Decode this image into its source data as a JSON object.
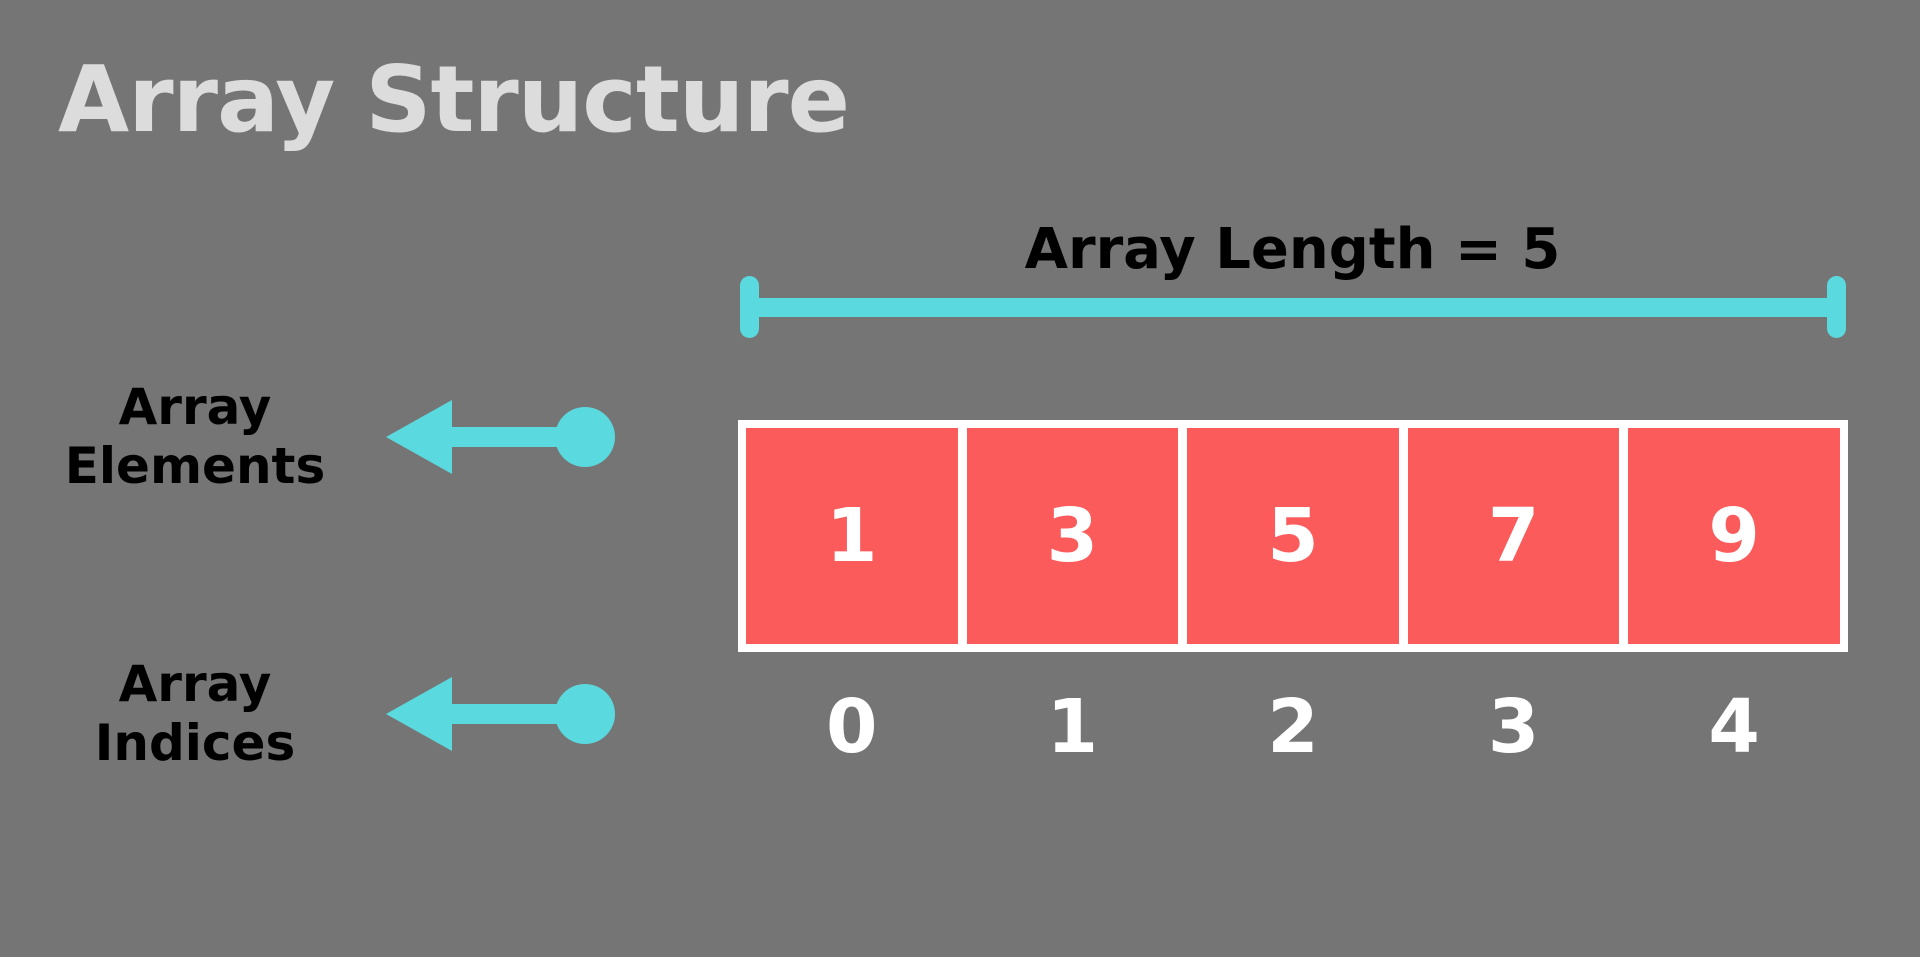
{
  "title": "Array Structure",
  "theme": {
    "background": "#757575",
    "title_color": "#dcdcdc",
    "accent_cyan": "#5ad9de",
    "cell_red": "#fb5b5b",
    "cell_border": "#ffffff",
    "label_black": "#000000",
    "index_white": "#ffffff"
  },
  "length_caption": "Array Length = 5",
  "array": {
    "values": [
      "1",
      "3",
      "5",
      "7",
      "9"
    ],
    "indices": [
      "0",
      "1",
      "2",
      "3",
      "4"
    ]
  },
  "annotations": [
    {
      "line1": "Array",
      "line2": "Elements"
    },
    {
      "line1": "Array",
      "line2": "Indices"
    }
  ],
  "chart_data": {
    "type": "diagram",
    "title": "Array Structure",
    "subtype": "array-memory-layout",
    "length": 5,
    "length_label": "Array Length = 5",
    "categories": [
      "0",
      "1",
      "2",
      "3",
      "4"
    ],
    "values": [
      1,
      3,
      5,
      7,
      9
    ],
    "series": [
      {
        "name": "Array Elements",
        "values": [
          1,
          3,
          5,
          7,
          9
        ]
      },
      {
        "name": "Array Indices",
        "values": [
          0,
          1,
          2,
          3,
          4
        ]
      }
    ],
    "annotations": [
      "Array Elements",
      "Array Indices",
      "Array Length = 5"
    ],
    "legend": "none",
    "grid": false
  }
}
